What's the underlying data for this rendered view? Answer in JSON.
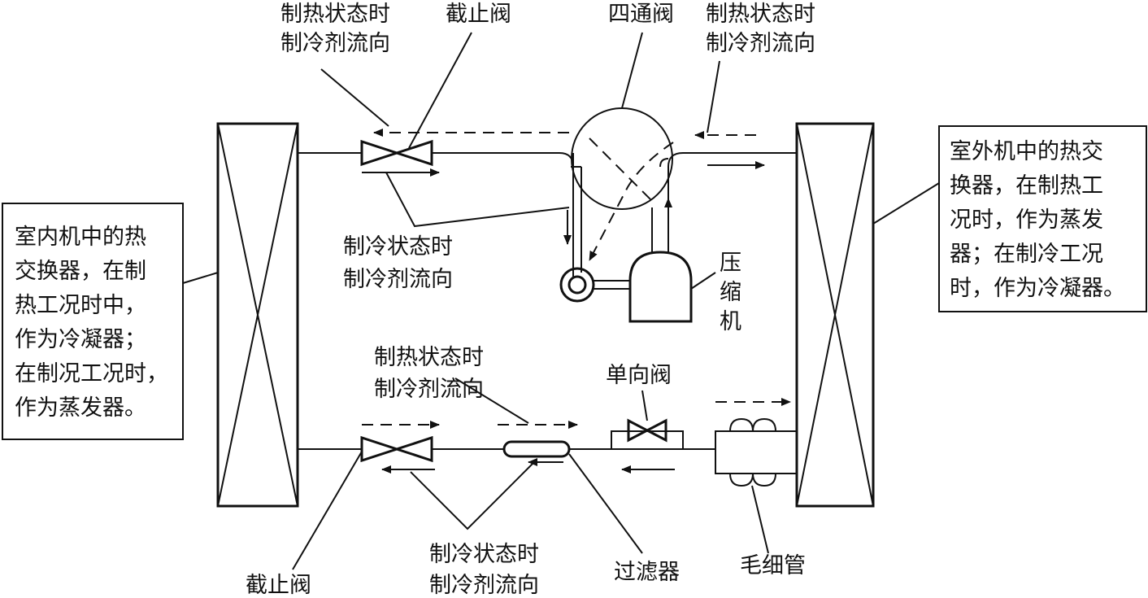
{
  "labels": {
    "top_left_heat": [
      "制热状态时",
      "制冷剂流向"
    ],
    "top_shutoff": "截止阀",
    "four_way_valve": "四通阀",
    "top_right_heat": [
      "制热状态时",
      "制冷剂流向"
    ],
    "top_cool": [
      "制冷状态时",
      "制冷剂流向"
    ],
    "compressor": [
      "压",
      "缩",
      "机"
    ],
    "bottom_heat": [
      "制热状态时",
      "制冷剂流向"
    ],
    "check_valve": "单向阀",
    "bottom_shutoff": "截止阀",
    "bottom_cool": [
      "制冷状态时",
      "制冷剂流向"
    ],
    "filter": "过滤器",
    "capillary": "毛细管"
  },
  "boxes": {
    "indoor": [
      "室内机中的热",
      "交换器，在制",
      "热工况时中，",
      "作为冷凝器；",
      "在制况工况时，",
      "作为蒸发器。"
    ],
    "outdoor": [
      "室外机中的热交",
      "换器，在制热工",
      "况时，作为蒸发",
      "器；在制冷工况",
      "时，作为冷凝器。"
    ]
  }
}
